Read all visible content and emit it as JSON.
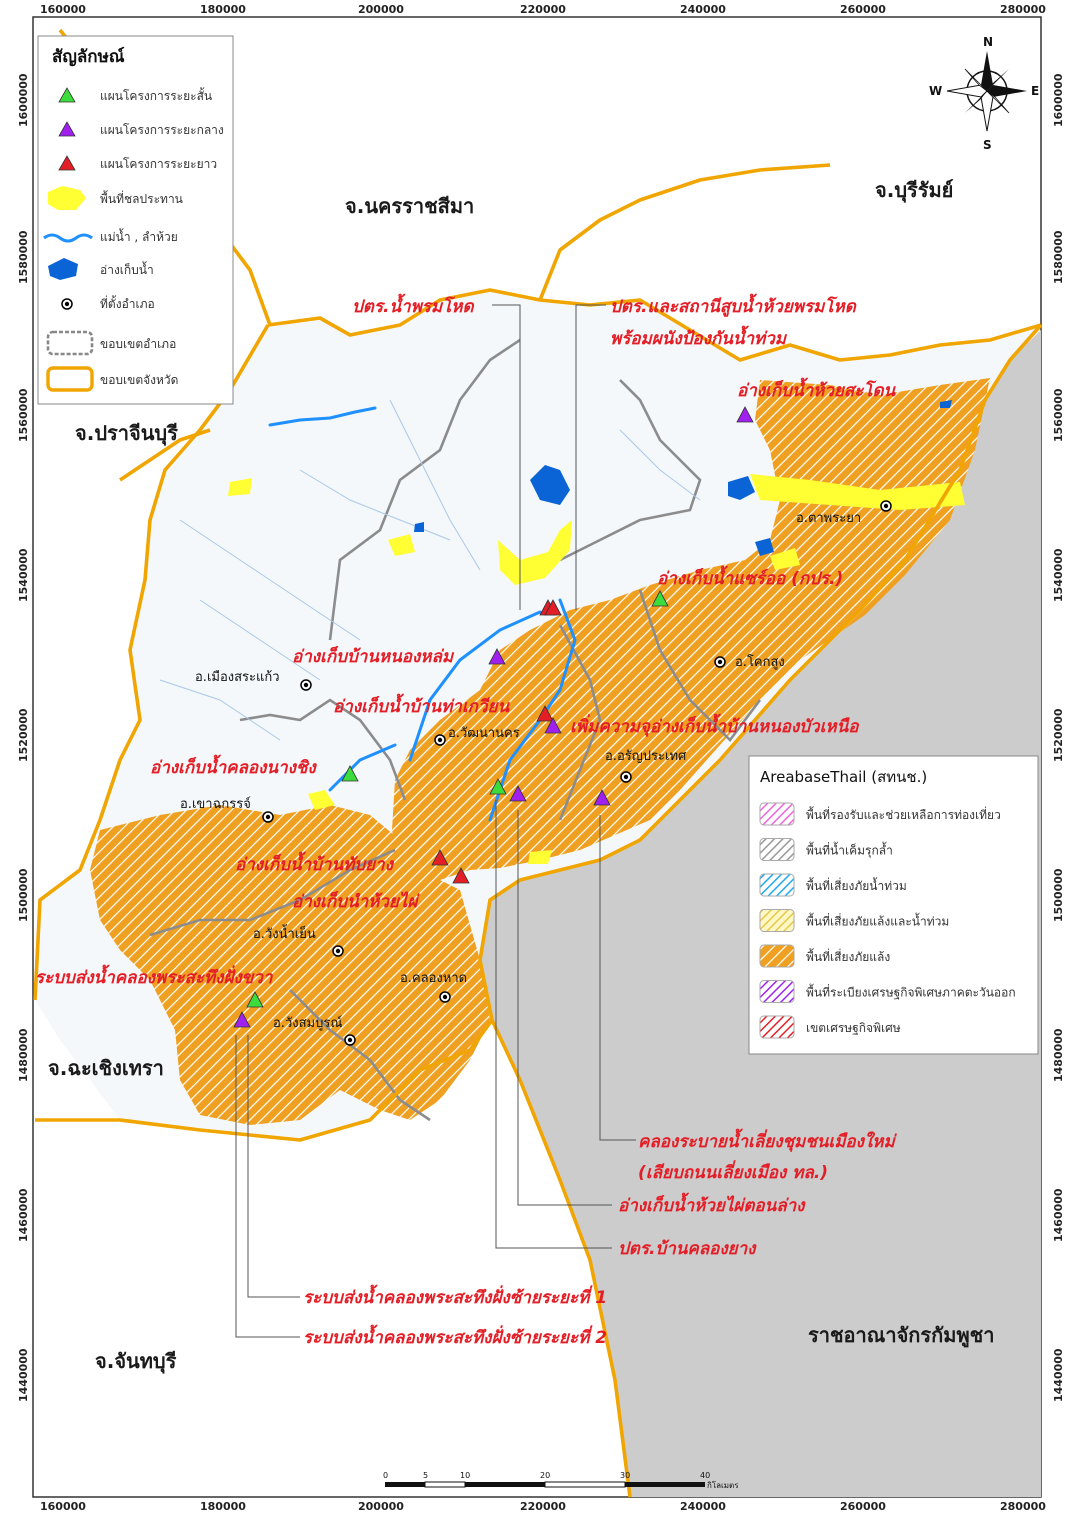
{
  "map": {
    "x_ticks": [
      "160000",
      "180000",
      "200000",
      "220000",
      "240000",
      "260000",
      "280000"
    ],
    "y_ticks": [
      "1600000",
      "1580000",
      "1560000",
      "1540000",
      "1520000",
      "1500000",
      "1480000",
      "1460000",
      "1440000"
    ]
  },
  "legend": {
    "title": "สัญลักษณ์",
    "items": [
      {
        "label": "แผนโครงการระยะสั้น",
        "color": "#3ddc3d"
      },
      {
        "label": "แผนโครงการระยะกลาง",
        "color": "#a020f0"
      },
      {
        "label": "แผนโครงการระยะยาว",
        "color": "#e41e26"
      },
      {
        "label": "พื้นที่ชลประทาน",
        "color": "#ffff00"
      },
      {
        "label": "แม่น้ำ , ลำห้วย",
        "color": "#1e90ff"
      },
      {
        "label": "อ่างเก็บน้ำ",
        "color": "#0a64d6"
      },
      {
        "label": "ที่ตั้งอำเภอ",
        "color": "#000000"
      },
      {
        "label": "ขอบเขตอำเภอ",
        "color": "#888888"
      },
      {
        "label": "ขอบเขตจังหวัด",
        "color": "#f0a500"
      }
    ]
  },
  "areabase": {
    "title": "AreabaseThail (สทนช.)",
    "items": [
      {
        "label": "พื้นที่รองรับและช่วยเหลือการท่องเที่ยว",
        "color": "#ee66dd"
      },
      {
        "label": "พื้นที่น้ำเค็มรุกล้ำ",
        "color": "#9a9a9a"
      },
      {
        "label": "พื้นที่เสี่ยงภัยน้ำท่วม",
        "color": "#22aaee"
      },
      {
        "label": "พื้นที่เสี่ยงภัยแล้งและน้ำท่วม",
        "color": "#e6c84a"
      },
      {
        "label": "พื้นที่เสี่ยงภัยแล้ง",
        "color": "#f0a020"
      },
      {
        "label": "พื้นที่ระเบียงเศรษฐกิจพิเศษภาคตะวันออก",
        "color": "#a020f0"
      },
      {
        "label": "เขตเศรษฐกิจพิเศษ",
        "color": "#e41e26"
      }
    ]
  },
  "compass": {
    "n": "N",
    "s": "S",
    "e": "E",
    "w": "W"
  },
  "provinces": {
    "nakhon_ratchasima": "จ.นครราชสีมา",
    "buriram": "จ.บุรีรัมย์",
    "prachinburi": "จ.ปราจีนบุรี",
    "chachoengsao": "จ.ฉะเชิงเทรา",
    "chanthaburi": "จ.จันทบุรี",
    "cambodia": "ราชอาณาจักรกัมพูชา"
  },
  "districts": {
    "ta_phraya": "อ.ตาพระยา",
    "khok_sung": "อ.โคกสูง",
    "mueang_sa_kaeo": "อ.เมืองสระแก้ว",
    "watthana_nakhon": "อ.วัฒนานคร",
    "aranyaprathet": "อ.อรัญประเทศ",
    "khao_chakan": "อ.เขาฉกรรจ์",
    "wang_nam_yen": "อ.วังน้ำเย็น",
    "khlong_hat": "อ.คลองหาด",
    "wang_sombun": "อ.วังสมบูรณ์"
  },
  "projects": {
    "p1": "ปตร.น้ำพรมโหด",
    "p2a": "ปตร.และสถานีสูบน้ำห้วยพรมโหด",
    "p2b": "พร้อมผนังป้องกันน้ำท่วม",
    "p3": "อ่างเก็บน้ำห้วยสะโดน",
    "p4": "อ่างเก็บน้ำแซร์ออ  (กปร.)",
    "p5": "อ่างเก็บบ้านหนองหล่ม",
    "p6": "อ่างเก็บน้ำบ้านท่าเกวียน",
    "p7": "เพิ่มความจุอ่างเก็บน้ำบ้านหนองบัวเหนือ",
    "p8": "อ่างเก็บน้ำคลองนางชิง",
    "p9": "อ่างเก็บน้ำบ้านทับยาง",
    "p10": "อ่างเก็บนำห้วยไผ่",
    "p11": "ระบบส่งน้ำคลองพระสะทึงฝั่งขวา",
    "p12a": "คลองระบายน้ำเลี่ยงชุมชนเมืองใหม่",
    "p12b": "(เลียบถนนเลี่ยงเมือง ทล.)",
    "p13": "อ่างเก็บน้ำห้วยไผ่ตอนล่าง",
    "p14": "ปตร.บ้านคลองยาง",
    "p15": "ระบบส่งน้ำคลองพระสะทึงฝั่งซ้ายระยะที่ 1",
    "p16": "ระบบส่งน้ำคลองพระสะทึงฝั่งซ้ายระยะที่ 2"
  },
  "scale": {
    "ticks": [
      "0",
      "5",
      "10",
      "20",
      "30",
      "40"
    ],
    "unit": "กิโลเมตร"
  }
}
